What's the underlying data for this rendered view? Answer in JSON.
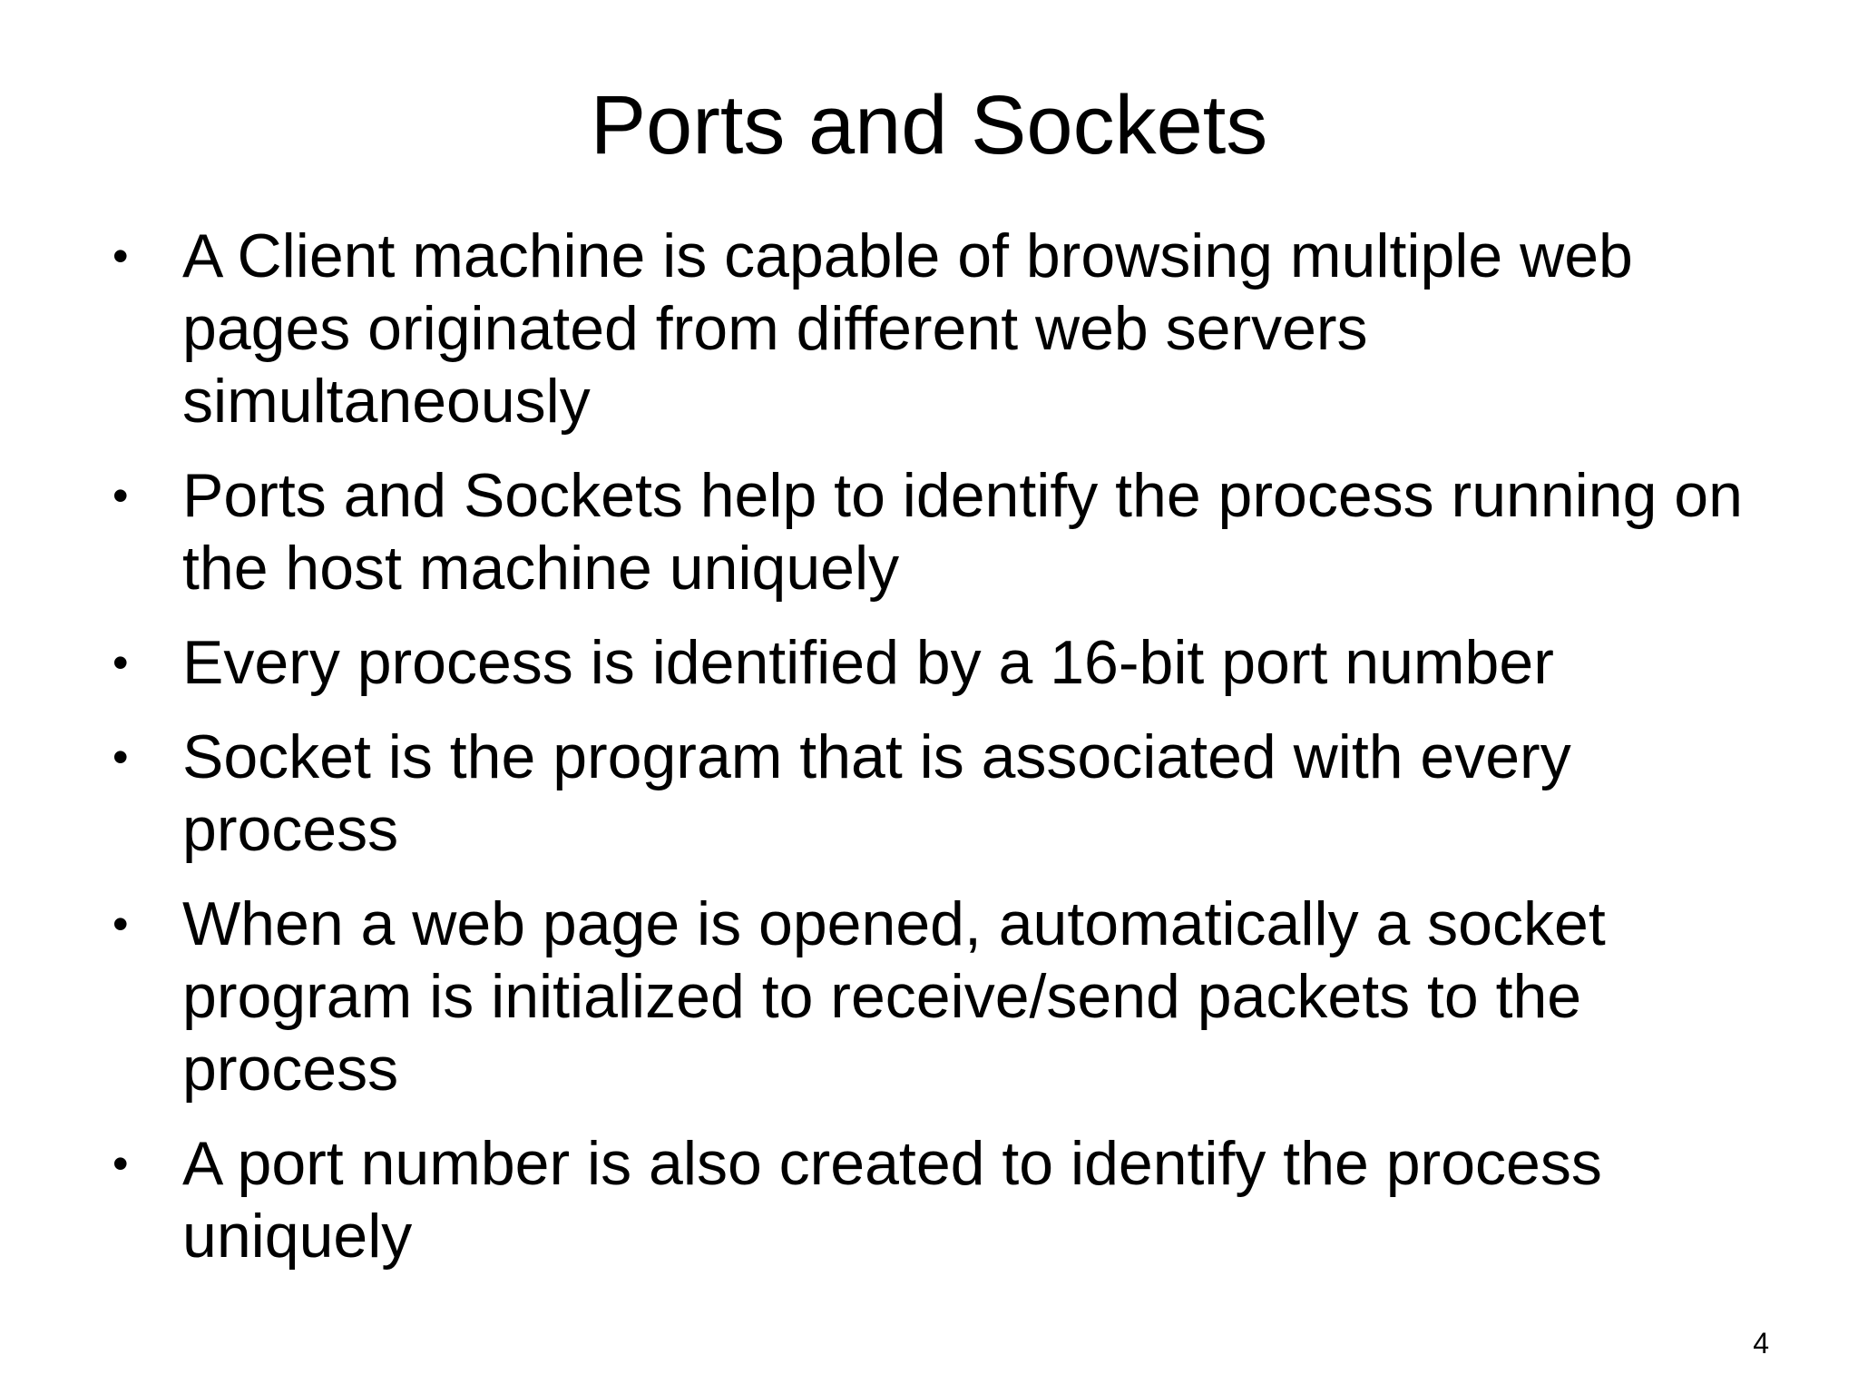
{
  "slide": {
    "title": "Ports and Sockets",
    "bullets": [
      {
        "text": "A Client machine is capable of  browsing multiple web\npages originated from different web servers\nsimultaneously"
      },
      {
        "text": "Ports and Sockets help to identify the process running on\nthe host machine uniquely"
      },
      {
        "text": "Every process is identified by a 16-bit port number"
      },
      {
        "text": "Socket is the program that is associated with every\nprocess"
      },
      {
        "text": "When a web page is opened, automatically a socket\nprogram is initialized to receive/send packets to the\nprocess"
      },
      {
        "text": "A port number is also created to identify the process\nuniquely"
      }
    ],
    "bullet_glyph": "•",
    "page_number": "4"
  }
}
